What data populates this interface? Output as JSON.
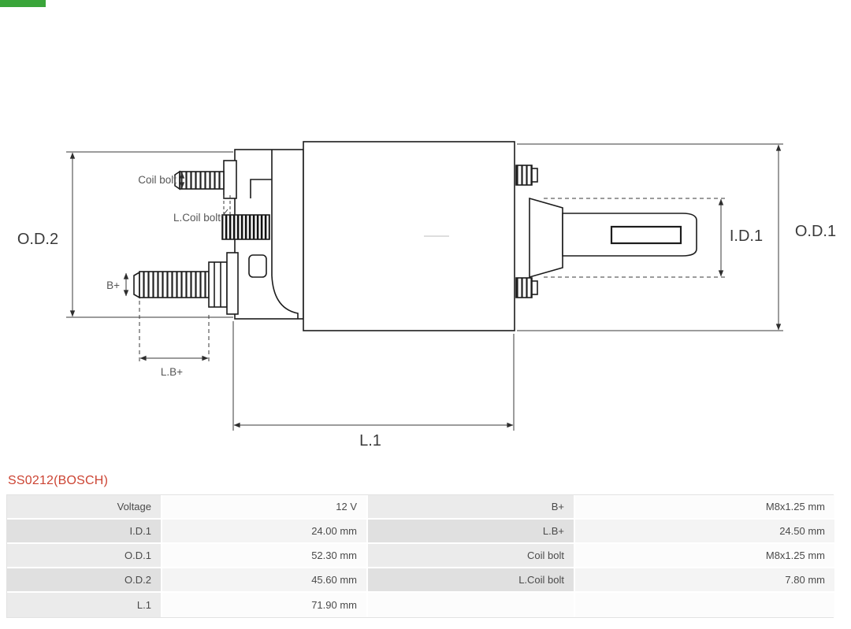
{
  "part": {
    "code": "SS0212(BOSCH)"
  },
  "colors": {
    "part_code": "#cc4433",
    "logo_green": "#3aa53a",
    "table_label_bg": "#ebebeb",
    "table_label_bg_alt": "#e0e0e0"
  },
  "diagram": {
    "labels": {
      "od2": "O.D.2",
      "od1": "O.D.1",
      "id1": "I.D.1",
      "l1": "L.1",
      "lb": "L.B+",
      "b": "B+",
      "coil_bolt": "Coil bolt",
      "l_coil_bolt": "L.Coil bolt"
    }
  },
  "table": {
    "rows": [
      {
        "label1": "Voltage",
        "value1": "12 V",
        "label2": "B+",
        "value2": "M8x1.25 mm"
      },
      {
        "label1": "I.D.1",
        "value1": "24.00 mm",
        "label2": "L.B+",
        "value2": "24.50 mm"
      },
      {
        "label1": "O.D.1",
        "value1": "52.30 mm",
        "label2": "Coil bolt",
        "value2": "M8x1.25 mm"
      },
      {
        "label1": "O.D.2",
        "value1": "45.60 mm",
        "label2": "L.Coil bolt",
        "value2": "7.80 mm"
      },
      {
        "label1": "L.1",
        "value1": "71.90 mm",
        "label2": "",
        "value2": ""
      }
    ]
  }
}
